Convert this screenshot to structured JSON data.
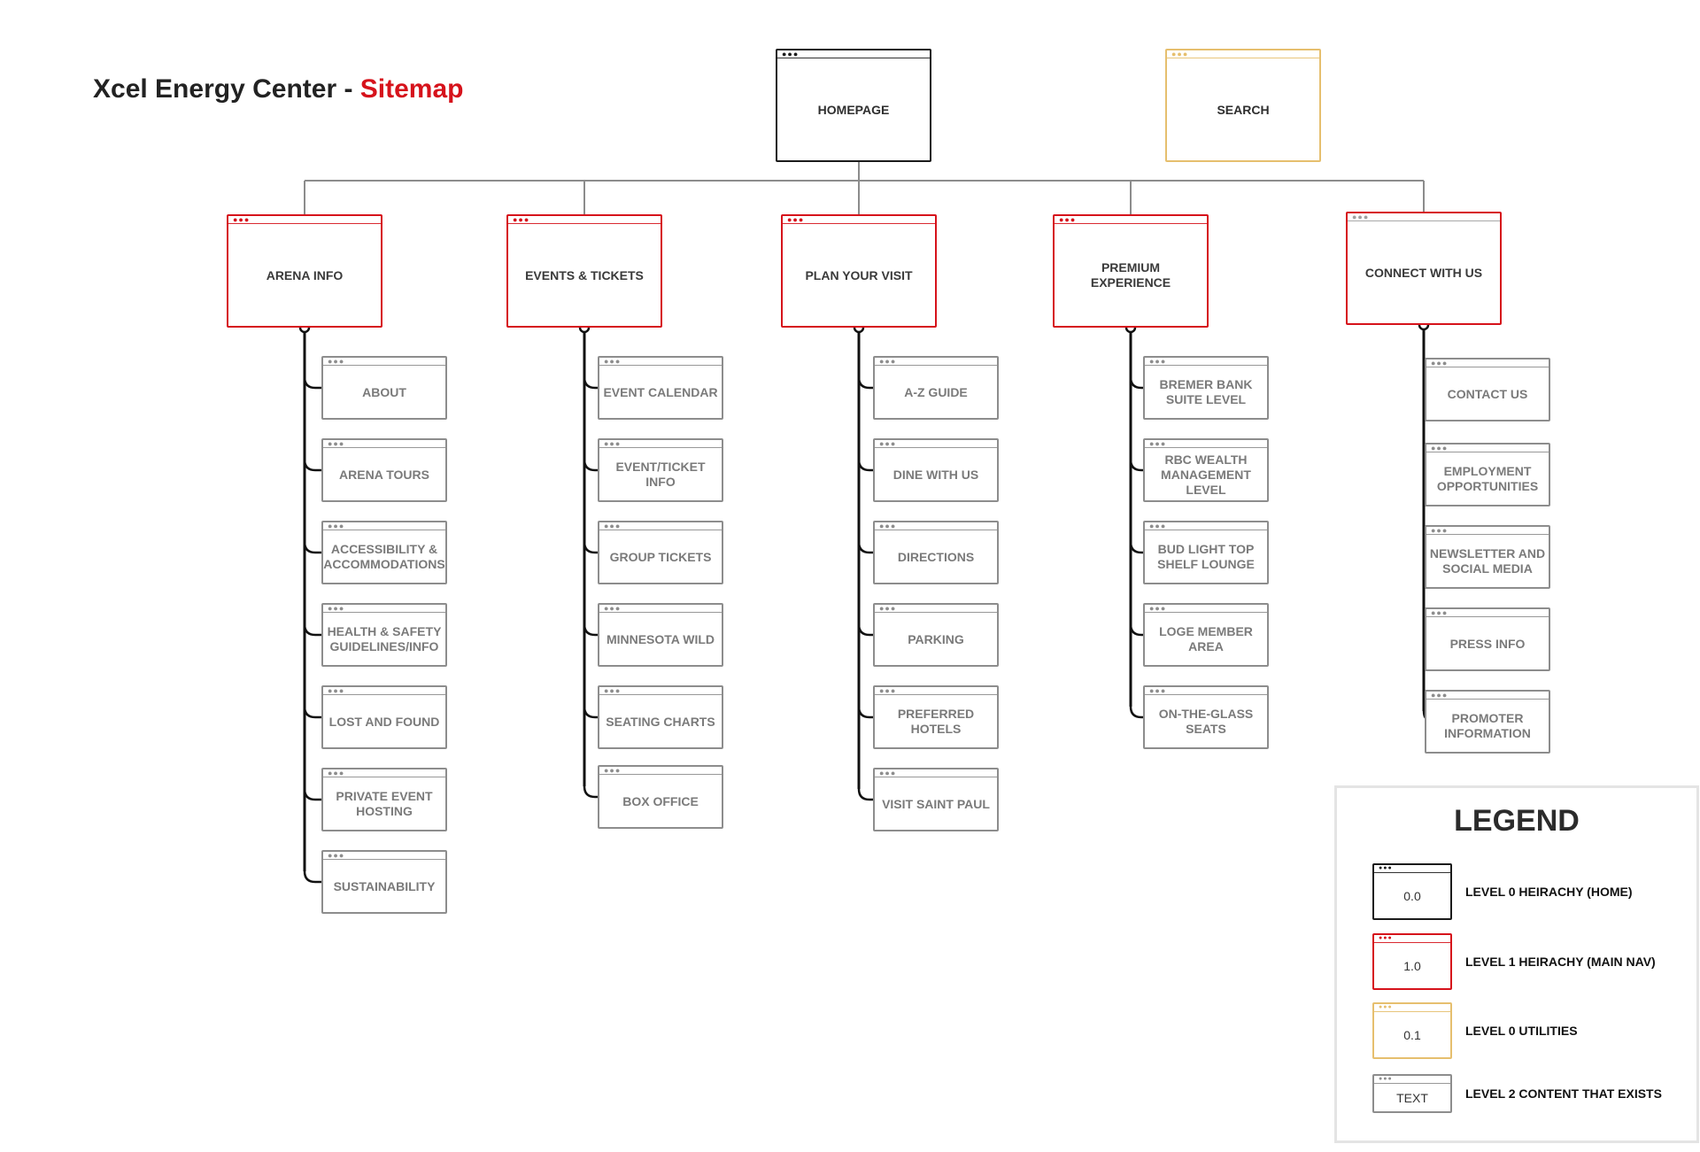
{
  "title": {
    "main": "Xcel Energy Center - ",
    "accent": "Sitemap"
  },
  "colors": {
    "level0": "#1b1b1b",
    "level1": "#d6121b",
    "utility": "#e6bf6e",
    "level2": "#8d8d8d",
    "accent": "#d6121b"
  },
  "top": {
    "home": "HOMEPAGE",
    "search": "SEARCH"
  },
  "columns": [
    {
      "label": "ARENA INFO",
      "children": [
        "ABOUT",
        "ARENA TOURS",
        "ACCESSIBILITY &\nACCOMMODATIONS",
        "HEALTH & SAFETY\nGUIDELINES/INFO",
        "LOST AND FOUND",
        "PRIVATE EVENT\nHOSTING",
        "SUSTAINABILITY"
      ]
    },
    {
      "label": "EVENTS & TICKETS",
      "children": [
        "EVENT CALENDAR",
        "EVENT/TICKET\nINFO",
        "GROUP TICKETS",
        "MINNESOTA WILD",
        "SEATING CHARTS",
        "BOX OFFICE"
      ]
    },
    {
      "label": "PLAN YOUR VISIT",
      "children": [
        "A-Z GUIDE",
        "DINE WITH US",
        "DIRECTIONS",
        "PARKING",
        "PREFERRED\nHOTELS",
        "VISIT SAINT PAUL"
      ]
    },
    {
      "label": "PREMIUM\nEXPERIENCE",
      "children": [
        "BREMER BANK\nSUITE LEVEL",
        "RBC WEALTH\nMANAGEMENT\nLEVEL",
        "BUD LIGHT TOP\nSHELF LOUNGE",
        "LOGE MEMBER\nAREA",
        "ON-THE-GLASS\nSEATS"
      ]
    },
    {
      "label": "CONNECT WITH US",
      "children": [
        "CONTACT US",
        "EMPLOYMENT\nOPPORTUNITIES",
        "NEWSLETTER AND\nSOCIAL MEDIA",
        "PRESS INFO",
        "PROMOTER\nINFORMATION"
      ]
    }
  ],
  "legend": {
    "title": "LEGEND",
    "items": [
      {
        "box": "0.0",
        "text": "LEVEL 0 HEIRACHY (HOME)"
      },
      {
        "box": "1.0",
        "text": "LEVEL 1  HEIRACHY (MAIN NAV)"
      },
      {
        "box": "0.1",
        "text": "LEVEL 0 UTILITIES"
      },
      {
        "box": "TEXT",
        "text": "LEVEL 2 CONTENT THAT EXISTS"
      }
    ]
  }
}
